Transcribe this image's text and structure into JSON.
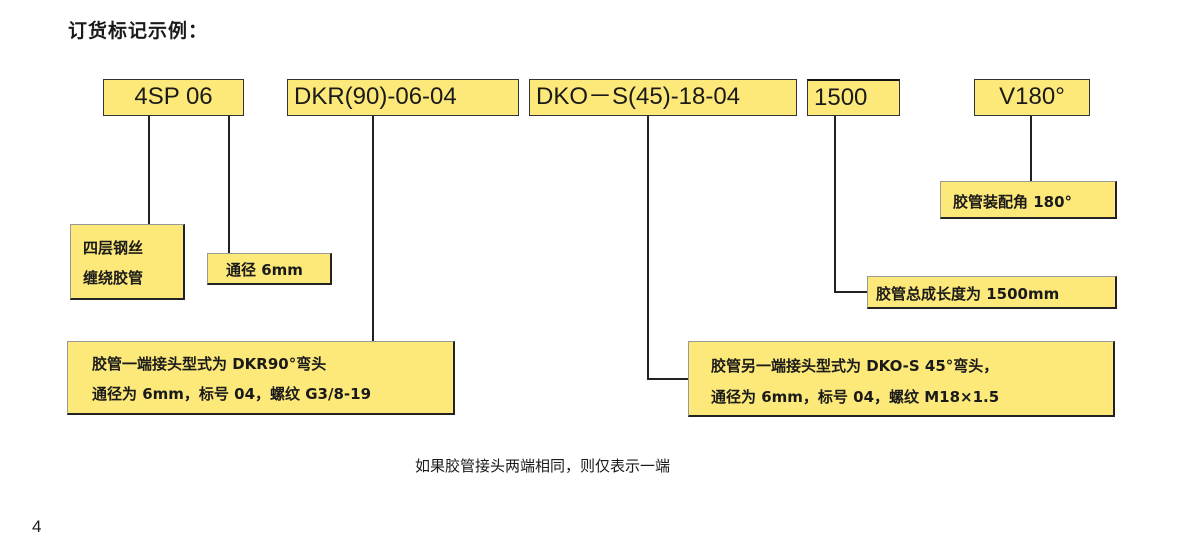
{
  "title": "订货标记示例：",
  "codes": {
    "hose": "4SP 06",
    "end1": "DKR(90)-06-04",
    "end2": "DKO－S(45)-18-04",
    "length": "1500",
    "angle": "V180°"
  },
  "labels": {
    "hose_type_1": "四层钢丝",
    "hose_type_2": "缠绕胶管",
    "bore": "通径 6mm",
    "end1_line1": "胶管一端接头型式为 DKR90°弯头",
    "end1_line2": "通径为 6mm，标号 04，螺纹 G3/8-19",
    "end2_line1": "胶管另一端接头型式为 DKO-S 45°弯头，",
    "end2_line2": "通径为 6mm，标号 04，螺纹 M18×1.5",
    "length": "胶管总成长度为 1500mm",
    "angle": "胶管装配角 180°"
  },
  "footnote": "如果胶管接头两端相同，则仅表示一端",
  "page_number": "4",
  "colors": {
    "box_fill": "#fde979",
    "line": "#222222"
  }
}
